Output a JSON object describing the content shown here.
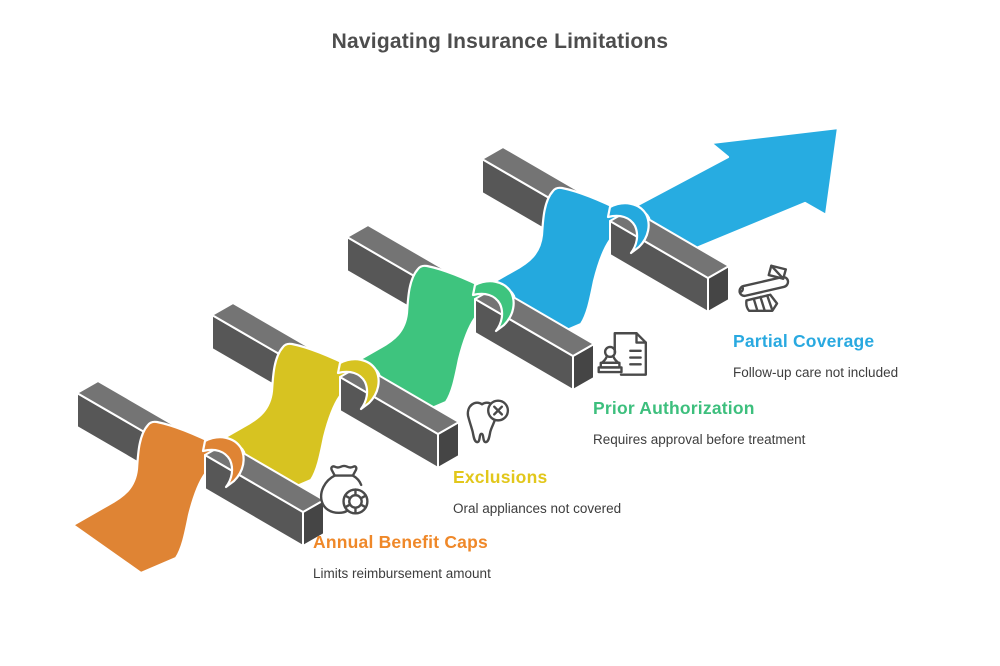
{
  "title": "Navigating Insurance Limitations",
  "arrow_color": "#27ACE1",
  "stages": [
    {
      "label": "Annual Benefit Caps",
      "description": "Limits reimbursement amount",
      "color": "#DF8434",
      "heading_color": "#EF8829",
      "icon": "money-bag-icon"
    },
    {
      "label": "Exclusions",
      "description": "Oral appliances not covered",
      "color": "#D7C321",
      "heading_color": "#E2C71B",
      "icon": "tooth-excluded-icon"
    },
    {
      "label": "Prior Authorization",
      "description": "Requires approval before treatment",
      "color": "#3EC47E",
      "heading_color": "#3DBF7D",
      "icon": "stamp-document-icon"
    },
    {
      "label": "Partial Coverage",
      "description": "Follow-up care not included",
      "color": "#24A9DE",
      "heading_color": "#29A9E0",
      "icon": "bandage-icon"
    }
  ]
}
